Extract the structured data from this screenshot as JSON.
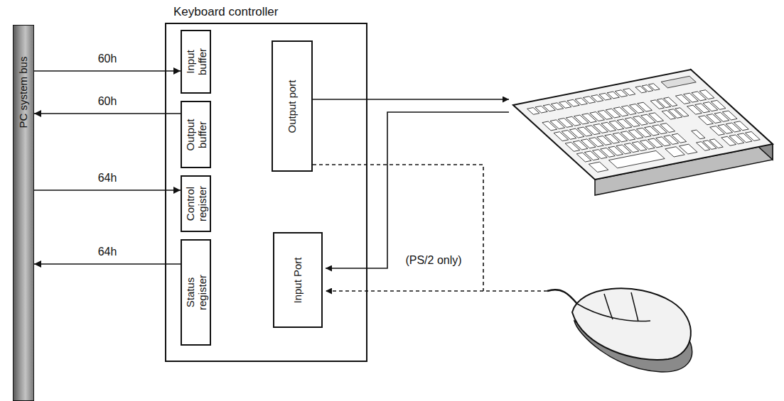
{
  "diagram": {
    "nodes": [
      {
        "text": [
          "PC system bus"
        ]
      },
      {
        "text": [
          "Keyboard controller"
        ]
      },
      {
        "text": [
          "Input buffer"
        ],
        "in": 1
      },
      {
        "text": [
          "Output buffer"
        ],
        "in": 1
      },
      {
        "text": [
          "Control register"
        ],
        "in": 1
      },
      {
        "text": [
          "Status register"
        ],
        "in": 1
      },
      {
        "text": [
          "Output port"
        ],
        "in": 1
      },
      {
        "text": [
          "Input Port"
        ],
        "in": 1
      }
    ],
    "edges": [
      {
        "from": 0,
        "to": 2,
        "arrow": "to",
        "label": "60h"
      },
      {
        "from": 3,
        "to": 0,
        "arrow": "to",
        "label": "60h"
      },
      {
        "from": 0,
        "to": 4,
        "arrow": "to",
        "label": "64h"
      },
      {
        "from": 5,
        "to": 0,
        "arrow": "to",
        "label": "64h"
      }
    ],
    "labels": [
      "(PS/2 only)"
    ]
  }
}
